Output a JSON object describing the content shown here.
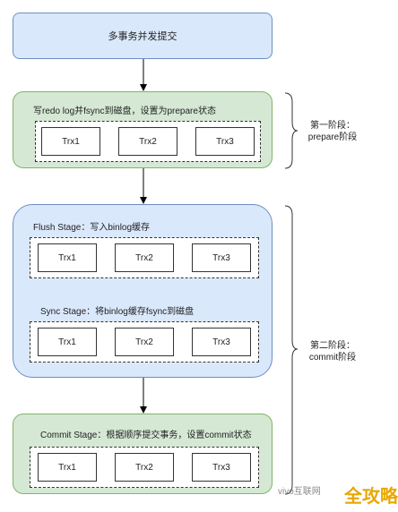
{
  "start": {
    "label": "多事务并发提交"
  },
  "phase1": {
    "title": "写redo log并fsync到磁盘，设置为prepare状态",
    "trx": [
      "Trx1",
      "Trx2",
      "Trx3"
    ]
  },
  "phase2": {
    "flush": {
      "title": "Flush Stage：写入binlog缓存",
      "trx": [
        "Trx1",
        "Trx2",
        "Trx3"
      ]
    },
    "sync": {
      "title": "Sync Stage：将binlog缓存fsync到磁盘",
      "trx": [
        "Trx1",
        "Trx2",
        "Trx3"
      ]
    }
  },
  "phase3": {
    "title": "Commit Stage：根据顺序提交事务，设置commit状态",
    "trx": [
      "Trx1",
      "Trx2",
      "Trx3"
    ]
  },
  "side": {
    "first": [
      "第一阶段：",
      "prepare阶段"
    ],
    "second": [
      "第二阶段：",
      "commit阶段"
    ]
  },
  "watermark": {
    "text": "vivo互联网",
    "badge": "全攻略"
  },
  "colors": {
    "blue_fill": "#dae8fc",
    "blue_stroke": "#6c8ebf",
    "green_fill": "#d5e8d4",
    "green_stroke": "#82b366",
    "badge": "#e8a800"
  }
}
